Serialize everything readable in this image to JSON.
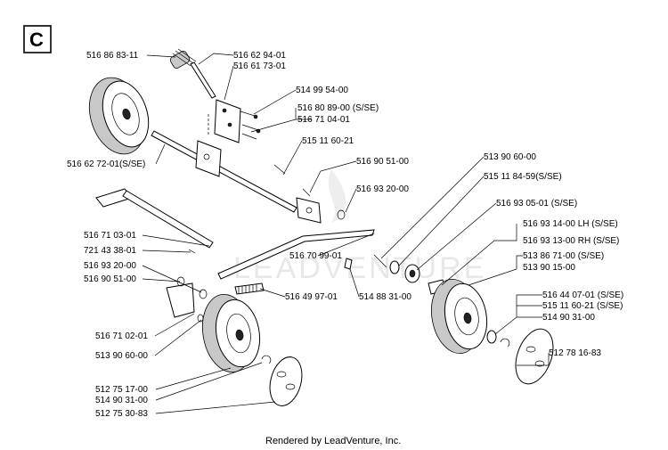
{
  "section_letter": "C",
  "watermark": "LEADVENTURE",
  "footer": "Rendered by LeadVenture, Inc.",
  "labels": {
    "p516868311": "516 86 83-11",
    "p516629401": "516 62 94-01",
    "p516617301": "516 61 73-01",
    "p514995400": "514 99 54-00",
    "p516808900": "516 80 89-00 (S/SE)",
    "p516710401": "516 71 04-01",
    "p515116021a": "515 11 60-21",
    "p516627201": "516 62 72-01(S/SE)",
    "p516905100a": "516 90 51-00",
    "p516932000a": "516 93 20-00",
    "p513906000a": "513 90 60-00",
    "p515118459": "515 11 84-59(S/SE)",
    "p516930501": "516 93 05-01 (S/SE)",
    "p516931400": "516 93 14-00 LH (S/SE)",
    "p516931300": "516 93 13-00 RH (S/SE)",
    "p516710301": "516 71 03-01",
    "p721433801": "721 43 38-01",
    "p516932000b": "516 93 20-00",
    "p516905100b": "516 90 51-00",
    "p516709901": "516 70 99-01",
    "p513867100": "513 86 71-00 (S/SE)",
    "p513901500": "513 90 15-00",
    "p516499701": "516 49 97-01",
    "p514883100": "514 88 31-00",
    "p516440701": "516 44 07-01 (S/SE)",
    "p515116021b": "515 11 60-21 (S/SE)",
    "p514903100a": "514 90 31-00",
    "p516710201": "516 71 02-01",
    "p513906000b": "513 90 60-00",
    "p512781683": "512 78 16-83",
    "p512751700": "512 75 17-00",
    "p514903100b": "514 90 31-00",
    "p512753083": "512 75 30-83"
  }
}
